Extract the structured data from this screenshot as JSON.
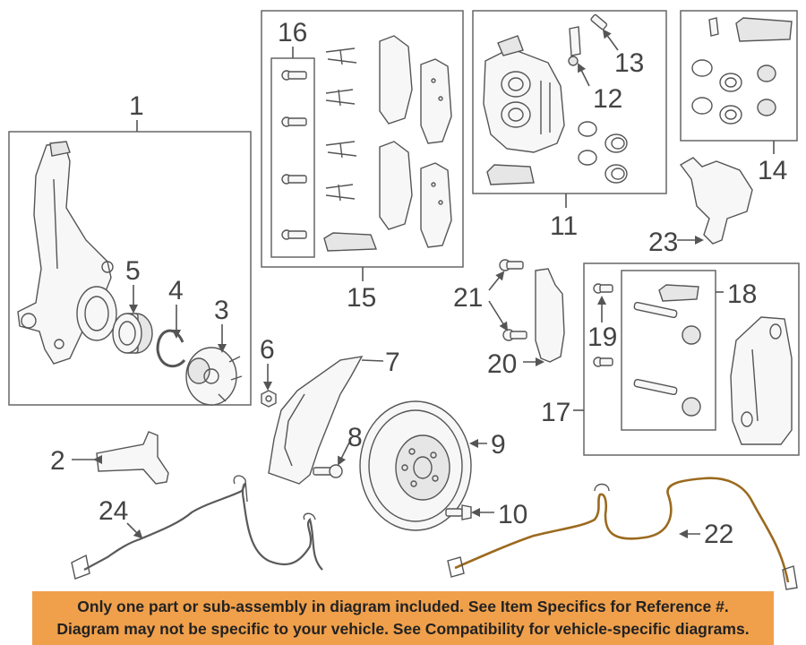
{
  "callouts": {
    "c1": "1",
    "c2": "2",
    "c3": "3",
    "c4": "4",
    "c5": "5",
    "c6": "6",
    "c7": "7",
    "c8": "8",
    "c9": "9",
    "c10": "10",
    "c11": "11",
    "c12": "12",
    "c13": "13",
    "c14": "14",
    "c15": "15",
    "c16": "16",
    "c17": "17",
    "c18": "18",
    "c19": "19",
    "c20": "20",
    "c21": "21",
    "c22": "22",
    "c23": "23",
    "c24": "24"
  },
  "notice": {
    "line1": "Only one part or sub-assembly in diagram included. See Item Specifics for Reference #.",
    "line2": "Diagram may not be specific to your vehicle. See Compatibility for vehicle-specific diagrams."
  },
  "colors": {
    "banner": "#f0a04b",
    "orange_wire": "#9b6a1f",
    "line": "#555555"
  }
}
